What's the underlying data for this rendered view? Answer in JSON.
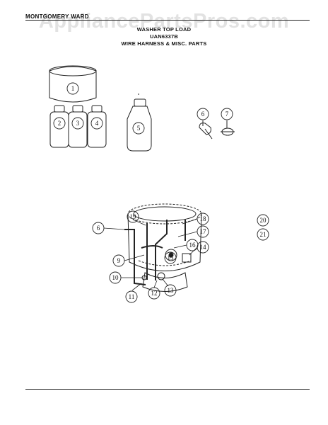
{
  "header": {
    "brand": "MONTGOMERY WARD",
    "watermark": "AppliancePartsPros.com",
    "title": "WASHER TOP LOAD",
    "model": "UAN6337B",
    "subtitle": "WIRE HARNESS & MISC. PARTS"
  },
  "callouts": [
    "1",
    "2",
    "3",
    "4",
    "5",
    "6",
    "7",
    "6",
    "9",
    "10",
    "11",
    "12",
    "13",
    "14",
    "15",
    "16",
    "17",
    "18",
    "19",
    "20",
    "21"
  ]
}
